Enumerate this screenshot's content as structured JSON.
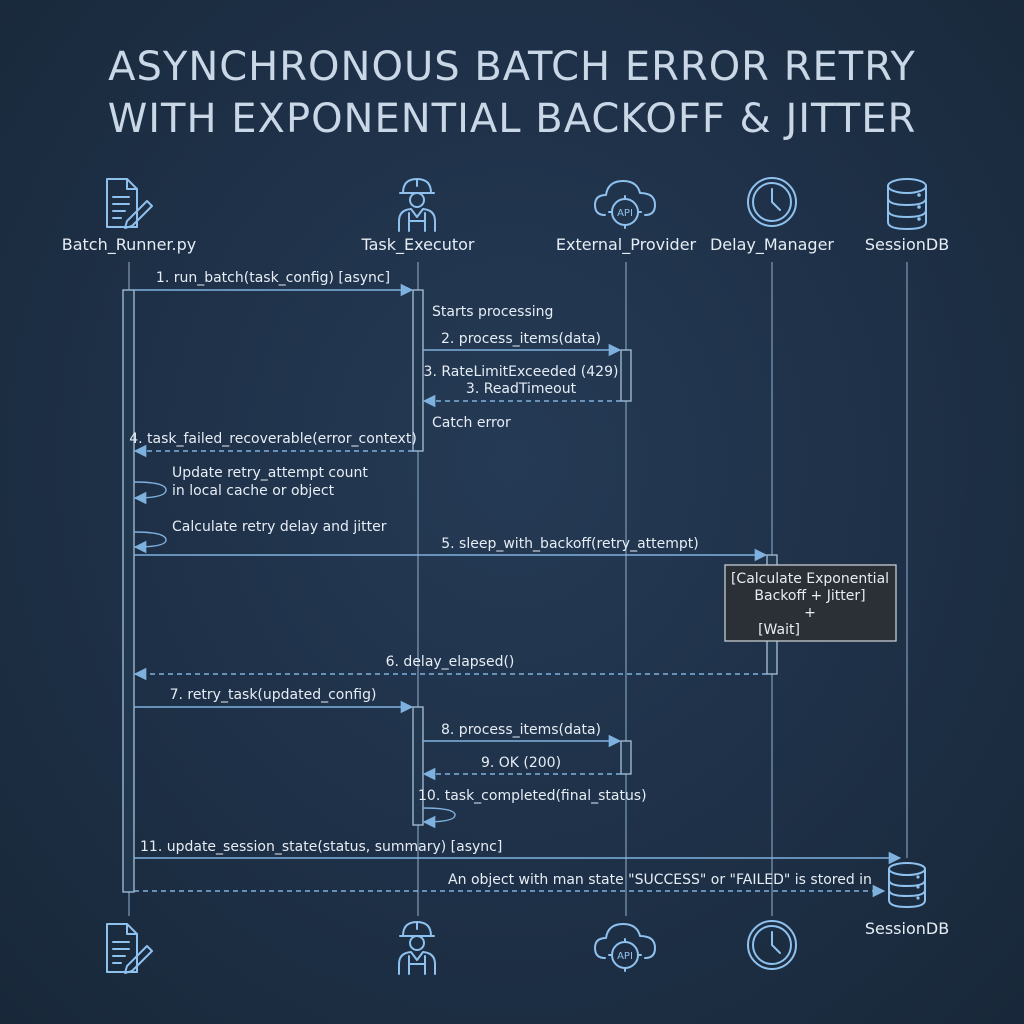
{
  "title": {
    "line1": "ASYNCHRONOUS BATCH ERROR RETRY",
    "line2": "WITH EXPONENTIAL BACKOFF & JITTER"
  },
  "participants": [
    {
      "name": "Batch_Runner.py",
      "icon": "document-pencil-icon"
    },
    {
      "name": "Task_Executor",
      "icon": "worker-hardhat-icon"
    },
    {
      "name": "External_Provider",
      "icon": "cloud-api-icon"
    },
    {
      "name": "Delay_Manager",
      "icon": "clock-icon"
    },
    {
      "name": "SessionDB",
      "icon": "database-icon"
    }
  ],
  "messages": {
    "m1": "1. run_batch(task_config) [async]",
    "starts_processing": "Starts processing",
    "m2": "2. process_items(data)",
    "m3a": "3. RateLimitExceeded (429)",
    "m3b": "3. ReadTimeout",
    "catch_error": "Catch error",
    "m4": "4. task_failed_recoverable(error_context)",
    "self1_line1": "Update retry_attempt count",
    "self1_line2": "in local cache or object",
    "self2": "Calculate retry delay and jitter",
    "m5": "5. sleep_with_backoff(retry_attempt)",
    "m6": "6. delay_elapsed()",
    "m7": "7. retry_task(updated_config)",
    "m8": "8. process_items(data)",
    "m9": "9. OK (200)",
    "m10": "10. task_completed(final_status)",
    "m11": "11. update_session_state(status, summary) [async]",
    "m12": "An object with man state \"SUCCESS\" or \"FAILED\" is stored in"
  },
  "note": {
    "line1": "[Calculate Exponential",
    "line2": "Backoff + Jitter]",
    "line3": "+",
    "line4": "[Wait]"
  },
  "bottom_label": "SessionDB",
  "colors": {
    "background": "#1f3148",
    "arrow": "#7fb1de",
    "icon": "#8fc1ef",
    "text": "#e6edf5"
  }
}
